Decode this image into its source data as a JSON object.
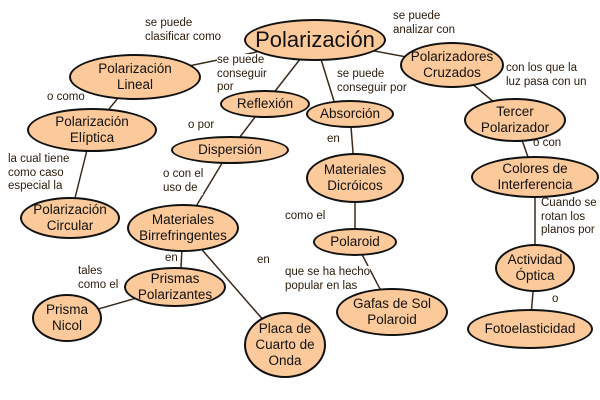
{
  "nodes": {
    "polarizacion": "Polarización",
    "lineal": "Polarización\nLineal",
    "eliptica": "Polarización\nElíptica",
    "circular": "Polarización\nCircular",
    "reflexion": "Reflexión",
    "dispersion": "Dispersión",
    "birrefringentes": "Materiales\nBirrefringentes",
    "prismas": "Prismas\nPolarizantes",
    "nicol": "Prisma\nNicol",
    "placa": "Placa de\nCuarto de\nOnda",
    "absorcion": "Absorción",
    "dicroicos": "Materiales\nDicróicos",
    "polaroid": "Polaroid",
    "gafas": "Gafas de Sol\nPolaroid",
    "cruzados": "Polarizadores\nCruzados",
    "tercer": "Tercer\nPolarizador",
    "colores": "Colores de\nInterferencia",
    "actividad": "Actividad\nÓptica",
    "fotoelasticidad": "Fotoelasticidad"
  },
  "links": {
    "clasificar": "se puede\nclasificar como",
    "conseguir": "se puede\nconseguir\npor",
    "o_como": "o como",
    "o_por": "o por",
    "caso_especial": "la cual tiene\ncomo caso\nespecial la",
    "o_con_el": "o con el\nuso de",
    "analizar": "se puede\nanalizar con",
    "conseguir_por": "se puede\nconseguir por",
    "luz_pasa": "con los que la\nluz pasa con un",
    "en_dicroicos": "en",
    "o_con": "o con",
    "como_el": "como el",
    "cuando_rotan": "Cuando se\nrotan los\nplanos por",
    "en_prismas": "en",
    "en_placa": "en",
    "tales_como": "tales\ncomo el",
    "popular": "que se ha hecho\npopular en las",
    "o": "o"
  }
}
